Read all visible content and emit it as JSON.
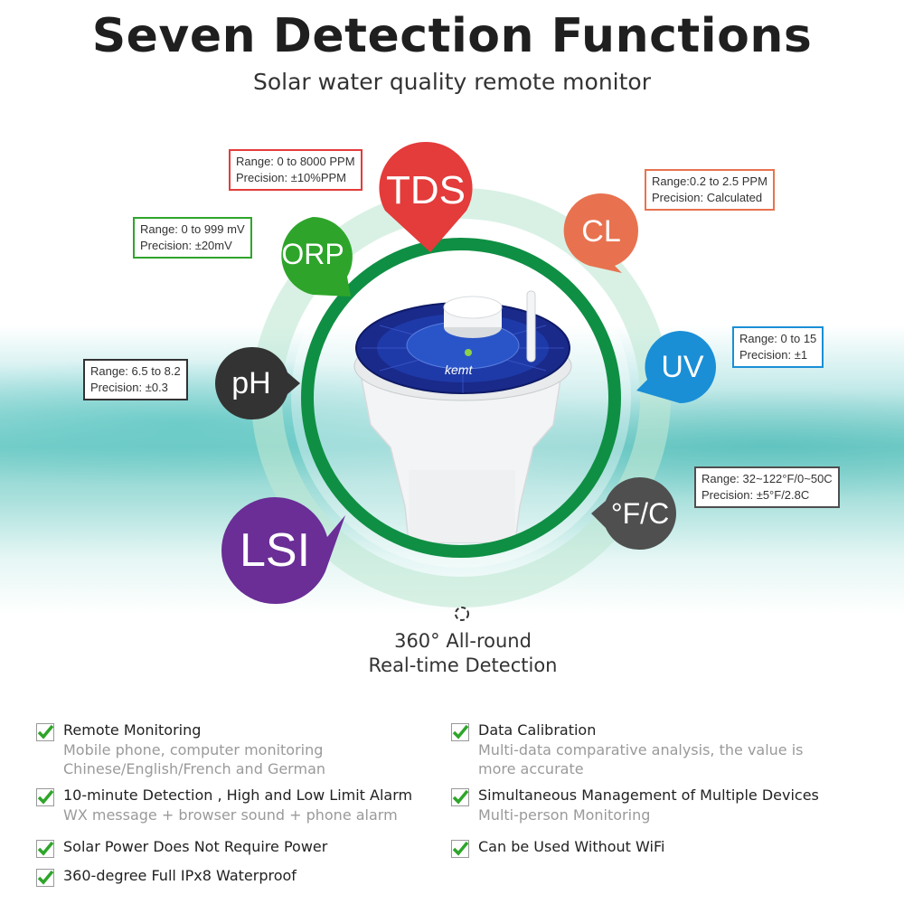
{
  "header": {
    "title": "Seven Detection Functions",
    "subtitle": "Solar water quality remote monitor"
  },
  "bubbles": {
    "tds": {
      "label": "TDS",
      "color": "#e43b3b"
    },
    "orp": {
      "label": "ORP",
      "color": "#2ea52a"
    },
    "cl": {
      "label": "CL",
      "color": "#e8724f"
    },
    "uv": {
      "label": "UV",
      "color": "#1a8fd6"
    },
    "ph": {
      "label": "pH",
      "color": "#333333"
    },
    "temp": {
      "label": "°F/C",
      "color": "#4f4f4f"
    },
    "lsi": {
      "label": "LSI",
      "color": "#6a2e96"
    }
  },
  "info": {
    "tds": {
      "range": "Range: 0 to 8000 PPM",
      "precision": "Precision: ±10%PPM",
      "border": "#e43b3b"
    },
    "orp": {
      "range": "Range: 0 to 999 mV",
      "precision": "Precision: ±20mV",
      "border": "#2ea52a"
    },
    "cl": {
      "range": "Range:0.2 to 2.5 PPM",
      "precision": "Precision: Calculated",
      "border": "#e8724f"
    },
    "uv": {
      "range": "Range: 0 to 15",
      "precision": "Precision: ±1",
      "border": "#1a8fd6"
    },
    "ph": {
      "range": "Range: 6.5 to 8.2",
      "precision": "Precision: ±0.3",
      "border": "#333333"
    },
    "temp": {
      "range": "Range: 32~122°F/0~50C",
      "precision": "Precision: ±5°F/2.8C",
      "border": "#4f4f4f"
    }
  },
  "device": {
    "brand": "kemt"
  },
  "detection": {
    "line1": "360° All-round",
    "line2": "Real-time Detection"
  },
  "features": {
    "left": [
      {
        "title": "Remote Monitoring",
        "sub1": "Mobile phone, computer monitoring",
        "sub2": "Chinese/English/French and German"
      },
      {
        "title": "10-minute Detection , High and Low Limit Alarm",
        "sub1": "WX message + browser sound + phone alarm"
      },
      {
        "title": "Solar Power Does Not Require Power"
      },
      {
        "title": "360-degree Full IPx8 Waterproof"
      }
    ],
    "right": [
      {
        "title": "Data Calibration",
        "sub1": "Multi-data comparative analysis, the value is",
        "sub2": "more accurate"
      },
      {
        "title": "Simultaneous Management of Multiple Devices",
        "sub1": "Multi-person Monitoring"
      },
      {
        "title": "Can be Used Without WiFi"
      }
    ]
  },
  "colors": {
    "check": "#2ea52a",
    "ring": "#0f8f44"
  }
}
